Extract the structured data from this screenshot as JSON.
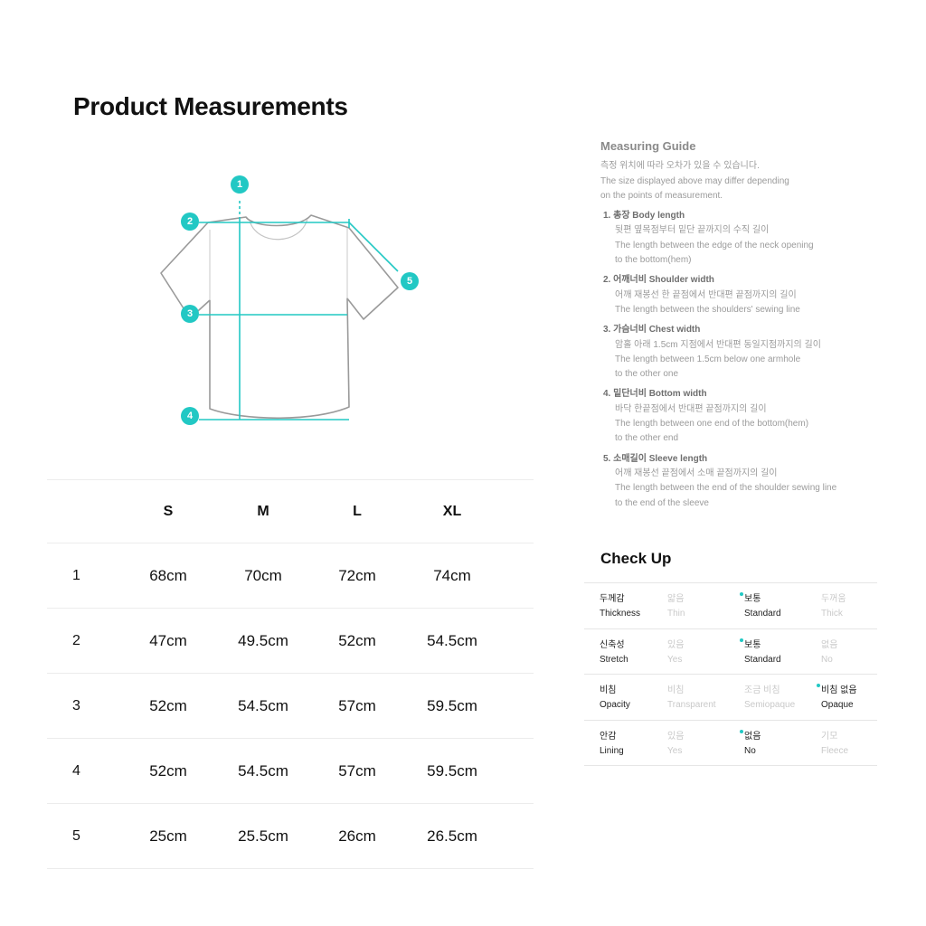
{
  "page_title": "Product Measurements",
  "diagram": {
    "markers": [
      "1",
      "2",
      "3",
      "4",
      "5"
    ],
    "accent_color": "#22c8c4"
  },
  "size_table": {
    "headers": [
      "S",
      "M",
      "L",
      "XL"
    ],
    "rows": [
      {
        "label": "1",
        "values": [
          "68cm",
          "70cm",
          "72cm",
          "74cm"
        ]
      },
      {
        "label": "2",
        "values": [
          "47cm",
          "49.5cm",
          "52cm",
          "54.5cm"
        ]
      },
      {
        "label": "3",
        "values": [
          "52cm",
          "54.5cm",
          "57cm",
          "59.5cm"
        ]
      },
      {
        "label": "4",
        "values": [
          "52cm",
          "54.5cm",
          "57cm",
          "59.5cm"
        ]
      },
      {
        "label": "5",
        "values": [
          "25cm",
          "25.5cm",
          "26cm",
          "26.5cm"
        ]
      }
    ]
  },
  "measuring_guide": {
    "title": "Measuring Guide",
    "notes": [
      "측정 위치에 따라 오차가 있을 수 있습니다.",
      "The size displayed above may differ depending",
      "on the points of measurement."
    ],
    "items": [
      {
        "head": "1. 총장 Body length",
        "lines": [
          "뒷편 옆목점부터 밑단 끝까지의 수직 길이",
          "The length between the edge of the neck opening",
          "to the bottom(hem)"
        ]
      },
      {
        "head": "2. 어깨너비 Shoulder width",
        "lines": [
          "어깨 재봉선 한 끝점에서 반대편 끝점까지의 길이",
          "The length between the shoulders' sewing line"
        ]
      },
      {
        "head": "3. 가슴너비 Chest width",
        "lines": [
          "암홀 아래 1.5cm 지점에서 반대편 동일지점까지의 길이",
          "The length between 1.5cm below one armhole",
          "to the other one"
        ]
      },
      {
        "head": "4. 밑단너비 Bottom width",
        "lines": [
          "바닥 한끝점에서 반대편 끝점까지의 길이",
          "The length between one end of the bottom(hem)",
          "to the other end"
        ]
      },
      {
        "head": "5. 소매길이 Sleeve length",
        "lines": [
          "어깨 재봉선 끝점에서 소매 끝점까지의 길이",
          "The length between the end of the shoulder sewing line",
          "to the end of the sleeve"
        ]
      }
    ]
  },
  "check_up": {
    "title": "Check Up",
    "rows": [
      {
        "label_ko": "두께감",
        "label_en": "Thickness",
        "selected": 1,
        "options": [
          {
            "ko": "얇음",
            "en": "Thin"
          },
          {
            "ko": "보통",
            "en": "Standard"
          },
          {
            "ko": "두꺼움",
            "en": "Thick"
          }
        ]
      },
      {
        "label_ko": "신축성",
        "label_en": "Stretch",
        "selected": 1,
        "options": [
          {
            "ko": "있음",
            "en": "Yes"
          },
          {
            "ko": "보통",
            "en": "Standard"
          },
          {
            "ko": "없음",
            "en": "No"
          }
        ]
      },
      {
        "label_ko": "비침",
        "label_en": "Opacity",
        "selected": 2,
        "options": [
          {
            "ko": "비침",
            "en": "Transparent"
          },
          {
            "ko": "조금 비침",
            "en": "Semiopaque"
          },
          {
            "ko": "비침 없음",
            "en": "Opaque"
          }
        ]
      },
      {
        "label_ko": "안감",
        "label_en": "Lining",
        "selected": 1,
        "options": [
          {
            "ko": "있음",
            "en": "Yes"
          },
          {
            "ko": "없음",
            "en": "No"
          },
          {
            "ko": "기모",
            "en": "Fleece"
          }
        ]
      }
    ]
  }
}
